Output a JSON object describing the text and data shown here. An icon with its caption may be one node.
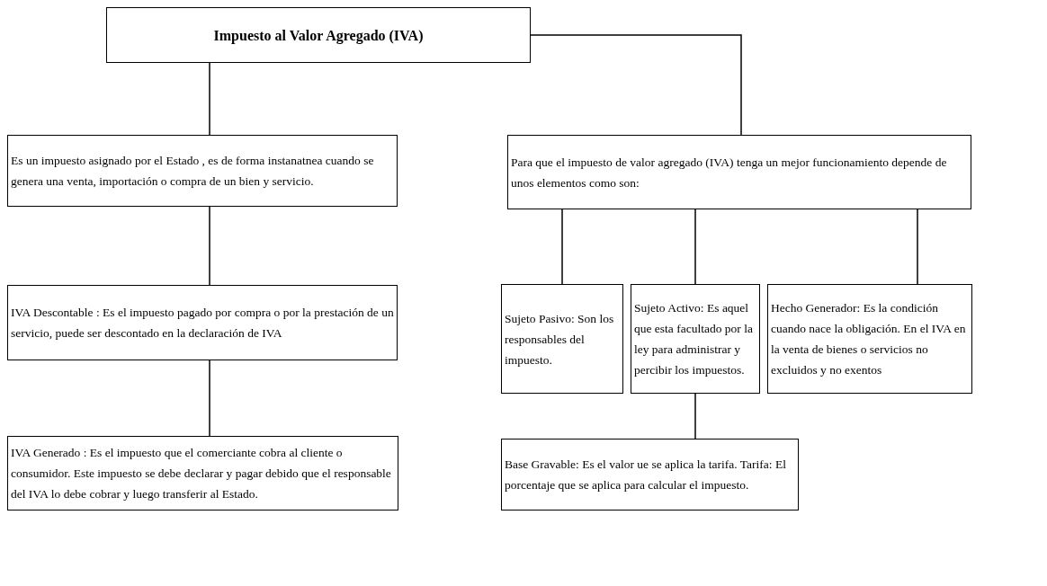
{
  "diagram": {
    "nodes": [
      {
        "text": [
          "Impuesto al Valor Agregado (IVA)"
        ]
      },
      {
        "text": [
          "Es un impuesto asignado por el Estado , es de forma instanatnea cuando se genera una venta, importación o compra de un bien y servicio."
        ]
      },
      {
        "text": [
          "Para que el impuesto de valor agregado (IVA) tenga un mejor funcionamiento depende de unos elementos como son:"
        ]
      },
      {
        "text": [
          "IVA Descontable : Es el impuesto pagado por compra o por la prestación de un servicio, puede ser descontado en la declaración de IVA"
        ]
      },
      {
        "text": [
          "Sujeto Pasivo:  Son los responsables del impuesto."
        ]
      },
      {
        "text": [
          "Sujeto Activo:  Es aquel que esta facultado por la ley para administrar y percibir los impuestos."
        ]
      },
      {
        "text": [
          "Hecho Generador:  Es la condición cuando nace la obligación. En el IVA en la venta de bienes o servicios no excluidos y no exentos"
        ]
      },
      {
        "text": [
          "IVA Generado : Es el impuesto que el comerciante cobra  al cliente o consumidor. Este impuesto se debe declarar y pagar debido que el responsable del IVA lo debe cobrar y luego transferir al Estado."
        ]
      },
      {
        "text": [
          "Base Gravable: Es el valor ue se aplica la tarifa. Tarifa: El porcentaje que se aplica para calcular el impuesto."
        ]
      }
    ],
    "edges": [
      {
        "from": 0,
        "to": 1,
        "arrow": "none"
      },
      {
        "from": 0,
        "to": 2,
        "arrow": "none"
      },
      {
        "from": 1,
        "to": 3,
        "arrow": "none"
      },
      {
        "from": 3,
        "to": 7,
        "arrow": "none"
      },
      {
        "from": 2,
        "to": 4,
        "arrow": "none"
      },
      {
        "from": 2,
        "to": 5,
        "arrow": "none"
      },
      {
        "from": 2,
        "to": 6,
        "arrow": "none"
      },
      {
        "from": 5,
        "to": 8,
        "arrow": "none"
      }
    ]
  }
}
